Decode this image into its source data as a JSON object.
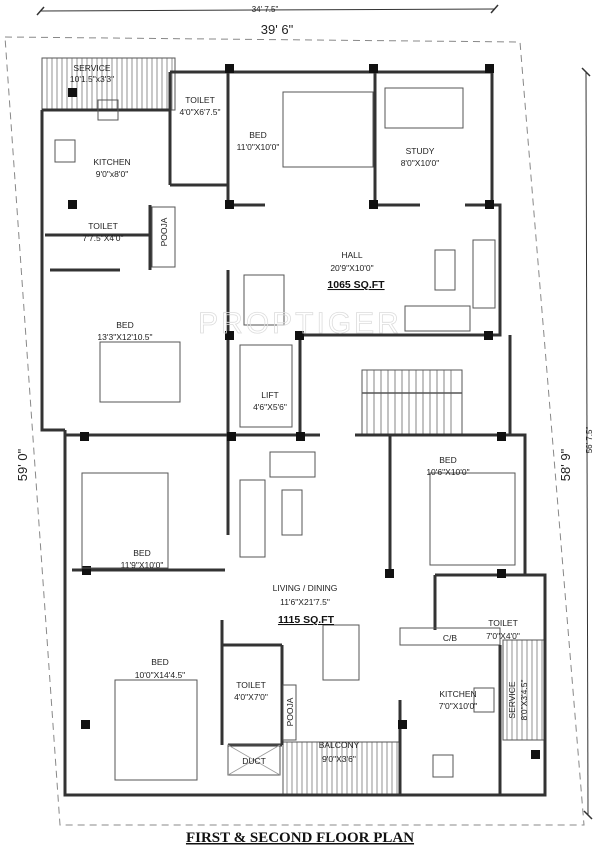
{
  "title": "FIRST & SECOND FLOOR PLAN",
  "watermark": "PROPTIGER",
  "dimensions": {
    "top_outer": "34' 7.5\"",
    "top": "39' 6\"",
    "left": "59' 0\"",
    "right": "58' 9\"",
    "right_outer": "56' 7.5\""
  },
  "rooms": {
    "service_top": {
      "name": "SERVICE",
      "size": "10'1.5\"x3'3\""
    },
    "toilet_top": {
      "name": "TOILET",
      "size": "4'0\"X6'7.5\""
    },
    "bed_top": {
      "name": "BED",
      "size": "11'0\"X10'0\""
    },
    "study": {
      "name": "STUDY",
      "size": "8'0\"X10'0\""
    },
    "kitchen_top": {
      "name": "KITCHEN",
      "size": "9'0\"x8'0\""
    },
    "toilet_left": {
      "name": "TOILET",
      "size": "7'7.5\"X4'0\""
    },
    "pooja_top": {
      "name": "POOJA"
    },
    "hall": {
      "name": "HALL",
      "size": "20'9\"X10'0\"",
      "area": "1065 SQ.FT"
    },
    "bed_left": {
      "name": "BED",
      "size": "13'3\"X12'10.5\""
    },
    "lift": {
      "name": "LIFT",
      "size": "4'6\"X5'6\""
    },
    "bed_right": {
      "name": "BED",
      "size": "10'6\"X10'0\""
    },
    "bed_mid_left": {
      "name": "BED",
      "size": "11'9\"X10'0\""
    },
    "living": {
      "name": "LIVING / DINING",
      "size": "11'6\"X21'7.5\"",
      "area": "1115 SQ.FT"
    },
    "toilet_right": {
      "name": "TOILET",
      "size": "7'0\"X4'0\""
    },
    "cb": {
      "name": "C/B"
    },
    "bed_bottom": {
      "name": "BED",
      "size": "10'0\"X14'4.5\""
    },
    "toilet_bottom": {
      "name": "TOILET",
      "size": "4'0\"X7'0\""
    },
    "pooja_bottom": {
      "name": "POOJA"
    },
    "kitchen_bottom": {
      "name": "KITCHEN",
      "size": "7'0\"X10'0\""
    },
    "service_bottom": {
      "name": "SERVICE",
      "size": "8'0\"X3'4.5\""
    },
    "balcony": {
      "name": "BALCONY",
      "size": "9'0\"X3'6\""
    },
    "duct": {
      "name": "DUCT"
    }
  }
}
